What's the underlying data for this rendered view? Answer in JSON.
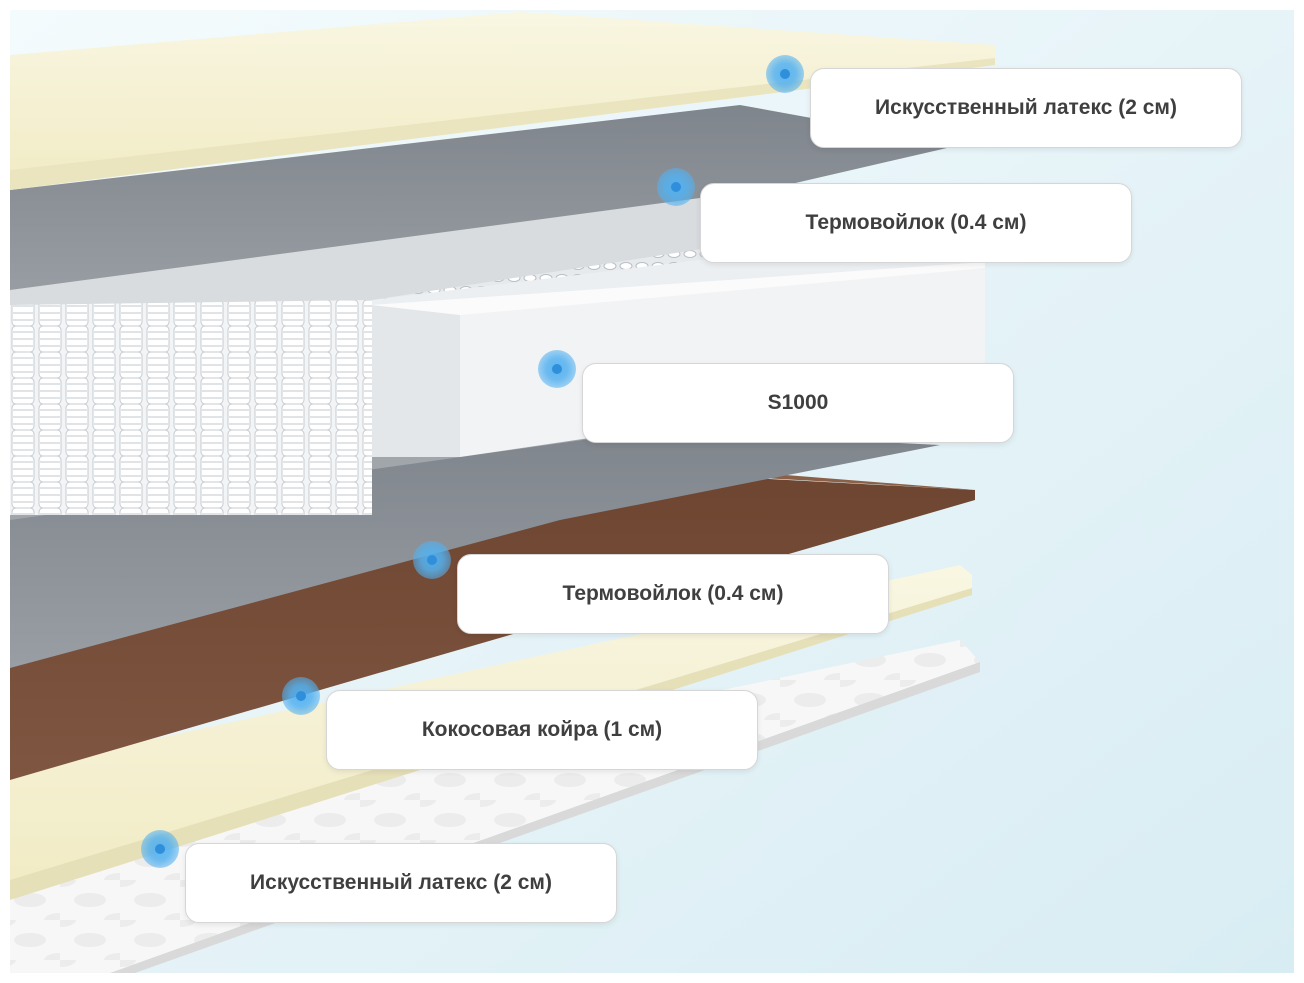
{
  "layers": [
    {
      "label": "Искусственный латекс (2 см)"
    },
    {
      "label": "Термовойлок (0.4 см)"
    },
    {
      "label": "S1000"
    },
    {
      "label": "Термовойлок (0.4 см)"
    },
    {
      "label": "Кокосовая койра (1 см)"
    },
    {
      "label": "Искусственный латекс (2 см)"
    }
  ],
  "colors": {
    "latex": "#f7f3d8",
    "felt": "#8a8f95",
    "foam": "#f2f4f6",
    "coir": "#7a5038",
    "cover": "#f4f4f4",
    "marker": "#54b1f0",
    "background": "#e6f3f8"
  }
}
